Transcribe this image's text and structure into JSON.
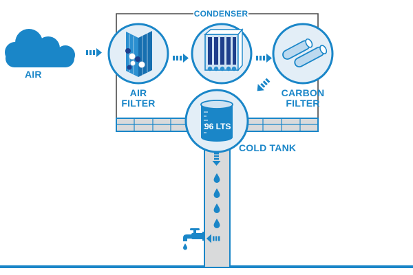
{
  "labels": {
    "air": "AIR",
    "condenser": "CONDENSER",
    "air_filter_line1": "AIR",
    "air_filter_line2": "FILTER",
    "carbon_filter_line1": "CARBON",
    "carbon_filter_line2": "FILTER",
    "tank_capacity": "96 LTS",
    "cold_tank": "COLD TANK"
  },
  "icons": [
    "cloud-icon",
    "air-filter-icon",
    "condenser-icon",
    "carbon-filter-icon",
    "water-tank-icon",
    "water-drop-icon",
    "faucet-icon",
    "arrow-icon"
  ],
  "colors": {
    "primary": "#1a86c8",
    "light_fill": "#e3eef7",
    "dark_blue": "#1f3f8c",
    "pipe_fill": "#d9dadb",
    "line": "#4a4a4a"
  }
}
